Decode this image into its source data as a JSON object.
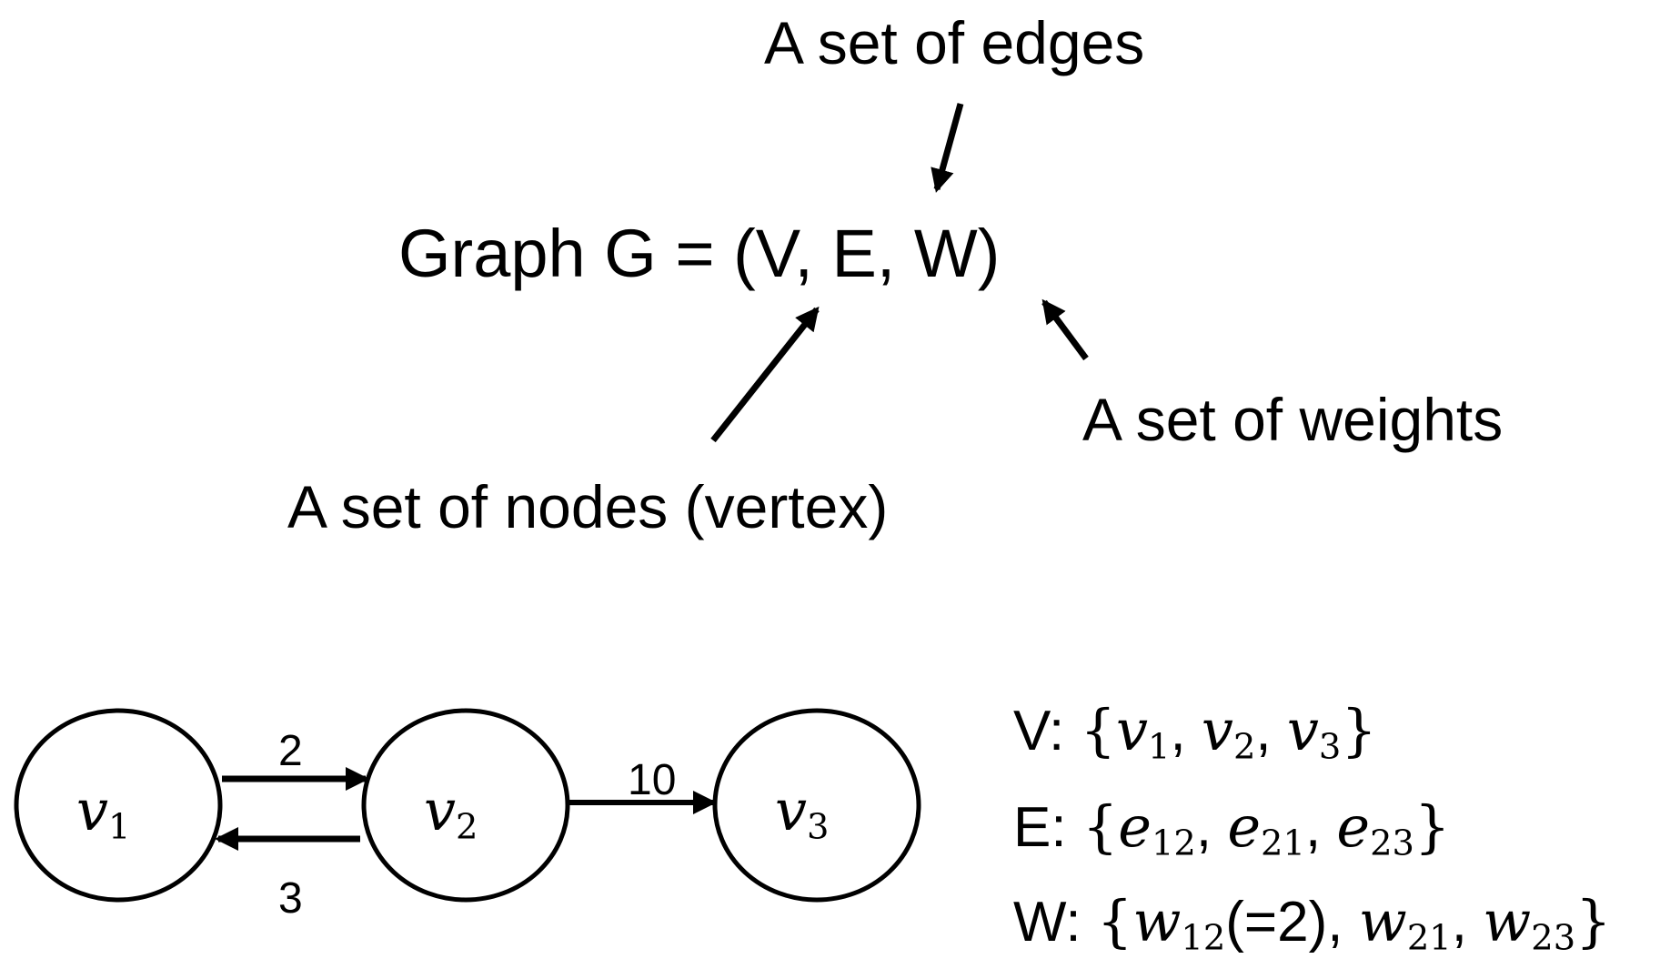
{
  "header": {
    "edges_label": "A set of edges",
    "graph_label": "Graph G = (V, E, W)",
    "weights_label": "A set of weights",
    "nodes_label": "A set of nodes (vertex)"
  },
  "graph": {
    "nodes": [
      {
        "id": "v1",
        "base": "v",
        "sub": "1"
      },
      {
        "id": "v2",
        "base": "v",
        "sub": "2"
      },
      {
        "id": "v3",
        "base": "v",
        "sub": "3"
      }
    ],
    "edges": [
      {
        "from": "v1",
        "to": "v2",
        "weight": "2"
      },
      {
        "from": "v2",
        "to": "v1",
        "weight": "3"
      },
      {
        "from": "v2",
        "to": "v3",
        "weight": "10"
      }
    ]
  },
  "sets": {
    "v_prefix": "V:",
    "e_prefix": "E:",
    "w_prefix": "W:",
    "open": "{",
    "close": "}",
    "sep": ",",
    "v_items": [
      {
        "b": "v",
        "s": "1"
      },
      {
        "b": "v",
        "s": "2"
      },
      {
        "b": "v",
        "s": "3"
      }
    ],
    "e_items": [
      {
        "b": "e",
        "s": "12"
      },
      {
        "b": "e",
        "s": "21"
      },
      {
        "b": "e",
        "s": "23"
      }
    ],
    "w_items": [
      {
        "b": "w",
        "s": "12"
      },
      {
        "b": "w",
        "s": "21"
      },
      {
        "b": "w",
        "s": "23"
      }
    ],
    "w_note": "(=2)"
  }
}
